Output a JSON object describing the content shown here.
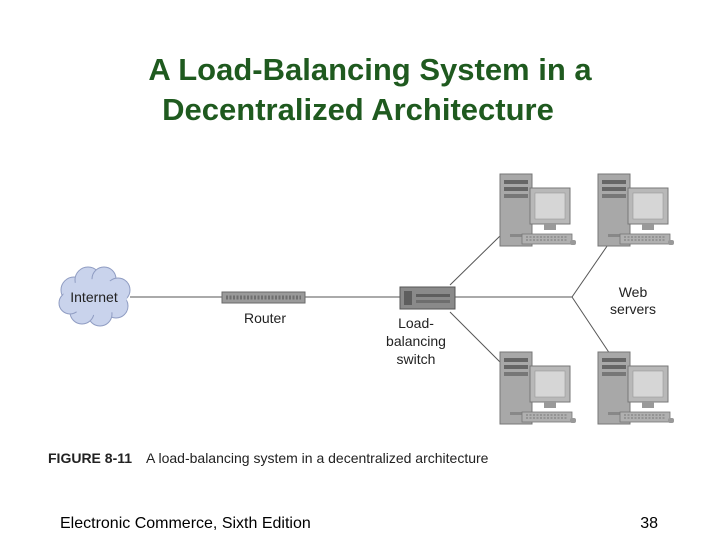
{
  "slide": {
    "title_line1": "A Load-Balancing System in a",
    "title_line2": "Decentralized Architecture"
  },
  "diagram": {
    "nodes": {
      "internet": "Internet",
      "router": "Router",
      "switch_lines": [
        "Load-",
        "balancing",
        "switch"
      ],
      "servers_lines": [
        "Web",
        "servers"
      ]
    },
    "icons": [
      "cloud-icon",
      "router-icon",
      "switch-icon",
      "server-icon"
    ]
  },
  "figure": {
    "number": "FIGURE 8-11",
    "caption": "A load-balancing system in a decentralized architecture"
  },
  "footer": {
    "book": "Electronic Commerce, Sixth Edition",
    "page": "38"
  },
  "colors": {
    "title": "#1f5a1f",
    "server_body": "#a8a8a8",
    "monitor_screen": "#d0d0d0",
    "line": "#555555"
  }
}
